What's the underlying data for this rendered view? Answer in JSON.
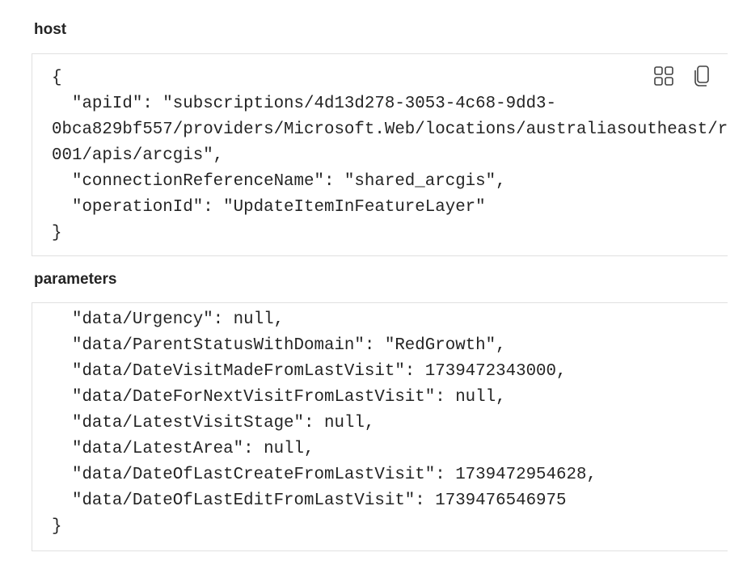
{
  "host": {
    "label": "host",
    "code": "{\n  \"apiId\": \"subscriptions/4d13d278-3053-4c68-9dd3-\n0bca829bf557/providers/Microsoft.Web/locations/australiasoutheast/r\n001/apis/arcgis\",\n  \"connectionReferenceName\": \"shared_arcgis\",\n  \"operationId\": \"UpdateItemInFeatureLayer\"\n}",
    "icons": [
      "expand-grid-icon",
      "copy-icon"
    ]
  },
  "parameters": {
    "label": "parameters",
    "code": "  \"data/Urgency\": null,\n  \"data/ParentStatusWithDomain\": \"RedGrowth\",\n  \"data/DateVisitMadeFromLastVisit\": 1739472343000,\n  \"data/DateForNextVisitFromLastVisit\": null,\n  \"data/LatestVisitStage\": null,\n  \"data/LatestArea\": null,\n  \"data/DateOfLastCreateFromLastVisit\": 1739472954628,\n  \"data/DateOfLastEditFromLastVisit\": 1739476546975\n}"
  }
}
